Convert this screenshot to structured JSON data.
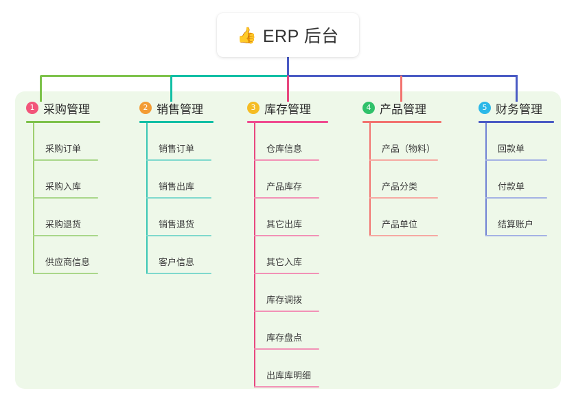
{
  "root": {
    "emoji": "👍",
    "emoji_name": "thumbs-up-icon",
    "title": "ERP 后台"
  },
  "palette": {
    "panel_background": "#eef8e9",
    "page_background": "#ffffff",
    "root_text": "#333333",
    "bus_green": "#7dc24b",
    "bus_teal": "#12bfa5",
    "bus_blue": "#4a5bc4",
    "drop_green": "#7dc24b",
    "drop_teal": "#12bfa5",
    "drop_pink": "#e8477e",
    "drop_red": "#f2736f",
    "drop_blue": "#4a5bc4",
    "root_stem": "#4a5bc4"
  },
  "columns": [
    {
      "index": "1",
      "badge_number": "1",
      "badge_color": "#f2557a",
      "title": "采购管理",
      "rule_color": "#7dc24b",
      "spine_color": "#9ece6f",
      "leaf_rule_color": "#a9d78a",
      "items": [
        "采购订单",
        "采购入库",
        "采购退货",
        "供应商信息"
      ]
    },
    {
      "index": "2",
      "badge_number": "2",
      "badge_color": "#f39c34",
      "title": "销售管理",
      "rule_color": "#12bfa5",
      "spine_color": "#39c6b4",
      "leaf_rule_color": "#7fd9cd",
      "items": [
        "销售订单",
        "销售出库",
        "销售退货",
        "客户信息"
      ]
    },
    {
      "index": "3",
      "badge_number": "3",
      "badge_color": "#f5bc24",
      "title": "库存管理",
      "rule_color": "#ef4c90",
      "spine_color": "#e8477e",
      "leaf_rule_color": "#f291b6",
      "items": [
        "仓库信息",
        "产品库存",
        "其它出库",
        "其它入库",
        "库存调拨",
        "库存盘点",
        "出库库明细"
      ]
    },
    {
      "index": "4",
      "badge_number": "4",
      "badge_color": "#2fc16a",
      "title": "产品管理",
      "rule_color": "#f2736f",
      "spine_color": "#f2736f",
      "leaf_rule_color": "#f6a9a2",
      "items": [
        "产品（物料）",
        "产品分类",
        "产品单位"
      ]
    },
    {
      "index": "5",
      "badge_number": "5",
      "badge_color": "#2bb8e8",
      "title": "财务管理",
      "rule_color": "#4a5bc4",
      "spine_color": "#6f81d4",
      "leaf_rule_color": "#a4b2e4",
      "items": [
        "回款单",
        "付款单",
        "结算账户"
      ]
    }
  ]
}
